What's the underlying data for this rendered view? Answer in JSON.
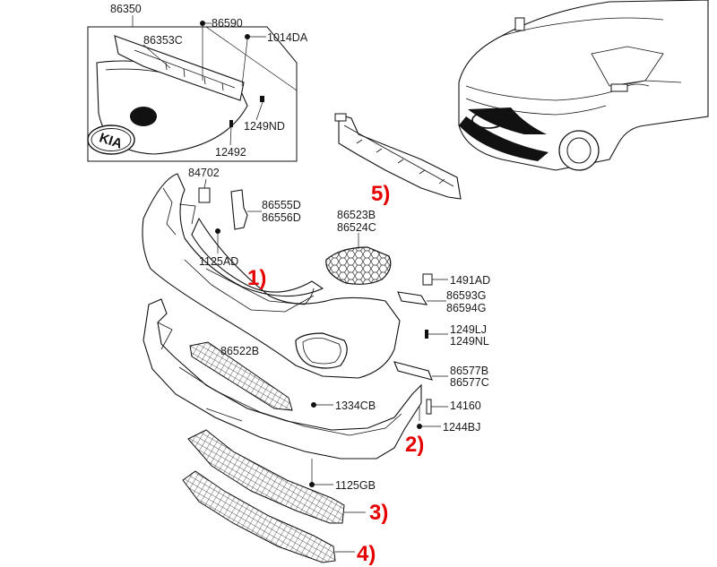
{
  "parts": {
    "p86350": "86350",
    "p86590": "86590",
    "p1014DA": "1014DA",
    "p86353C": "86353C",
    "p1249ND": "1249ND",
    "p12492": "12492",
    "p84702": "84702",
    "p86555D": "86555D",
    "p86556D": "86556D",
    "p1125AD": "1125AD",
    "p86523B": "86523B",
    "p86524C": "86524C",
    "p1491AD": "1491AD",
    "p86593G": "86593G",
    "p86594G": "86594G",
    "p1249LJ": "1249LJ",
    "p1249NL": "1249NL",
    "p86522B": "86522B",
    "p86577B": "86577B",
    "p86577C": "86577C",
    "p1334CB": "1334CB",
    "p14160": "14160",
    "p1244BJ": "1244BJ",
    "p1125GB": "1125GB"
  },
  "callouts": {
    "c1": "1)",
    "c2": "2)",
    "c3": "3)",
    "c4": "4)",
    "c5": "5)"
  },
  "logo_text": "KIA",
  "colors": {
    "callout": "#e60000",
    "line": "#111111"
  }
}
